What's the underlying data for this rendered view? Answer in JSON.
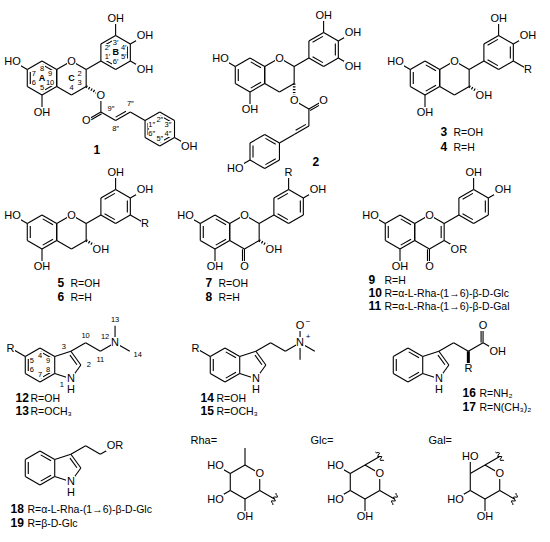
{
  "diagram": {
    "labels": [
      "HO",
      "OH",
      "O",
      "OH",
      "OH",
      "OH",
      "O",
      "O",
      "OH",
      "8",
      "7",
      "6",
      "5",
      "9",
      "10",
      "2",
      "3",
      "4",
      "A",
      "C",
      "B",
      "1′",
      "2′",
      "3′",
      "4′",
      "5′",
      "6′",
      "9″",
      "8″",
      "7″",
      "1″",
      "2″",
      "3″",
      "4″",
      "5″",
      "6″",
      "1",
      "HO",
      "OH",
      "O",
      "OH",
      "OH",
      "OH",
      "O",
      "O",
      "HO",
      "2",
      "HO",
      "OH",
      "O",
      "OH",
      "OH",
      "OH",
      "R",
      "3",
      "R=OH",
      "4",
      "R=H",
      "HO",
      "OH",
      "O",
      "OH",
      "OH",
      "OH",
      "R",
      "5",
      "R=OH",
      "6",
      "R=H",
      "HO",
      "OH",
      "O",
      "O",
      "OH",
      "R",
      "OH",
      "7",
      "R=OH",
      "8",
      "R=H",
      "HO",
      "OH",
      "O",
      "O",
      "OR",
      "OH",
      "OH",
      "9",
      "R=H",
      "10",
      "R=α-L-Rha-(1→6)-β-D-Glc",
      "11",
      "R=α-L-Rha-(1→6)-β-D-Gal",
      "R",
      "N",
      "H",
      "N",
      "1",
      "2",
      "3",
      "4",
      "5",
      "6",
      "7",
      "8",
      "9",
      "10",
      "11",
      "12",
      "13",
      "14",
      "12",
      "R=OH",
      "13",
      "R=OCH₃",
      "R",
      "N",
      "H",
      "N",
      "+",
      "O",
      "−",
      "14",
      "R=OH",
      "15",
      "R=OCH₃",
      "N",
      "H",
      "R",
      "O",
      "OH",
      "16",
      "R=NH₂",
      "17",
      "R=N(CH₃)₂",
      "N",
      "H",
      "OR",
      "18",
      "R=α-L-Rha-(1→6)-β-D-Glc",
      "19",
      "R=β-D-Glc",
      "Rha=",
      "O",
      "OH",
      "HO",
      "HO",
      "Glc=",
      "O",
      "OH",
      "HO",
      "HO",
      "Gal=",
      "O",
      "OH",
      "HO",
      "HO"
    ]
  }
}
